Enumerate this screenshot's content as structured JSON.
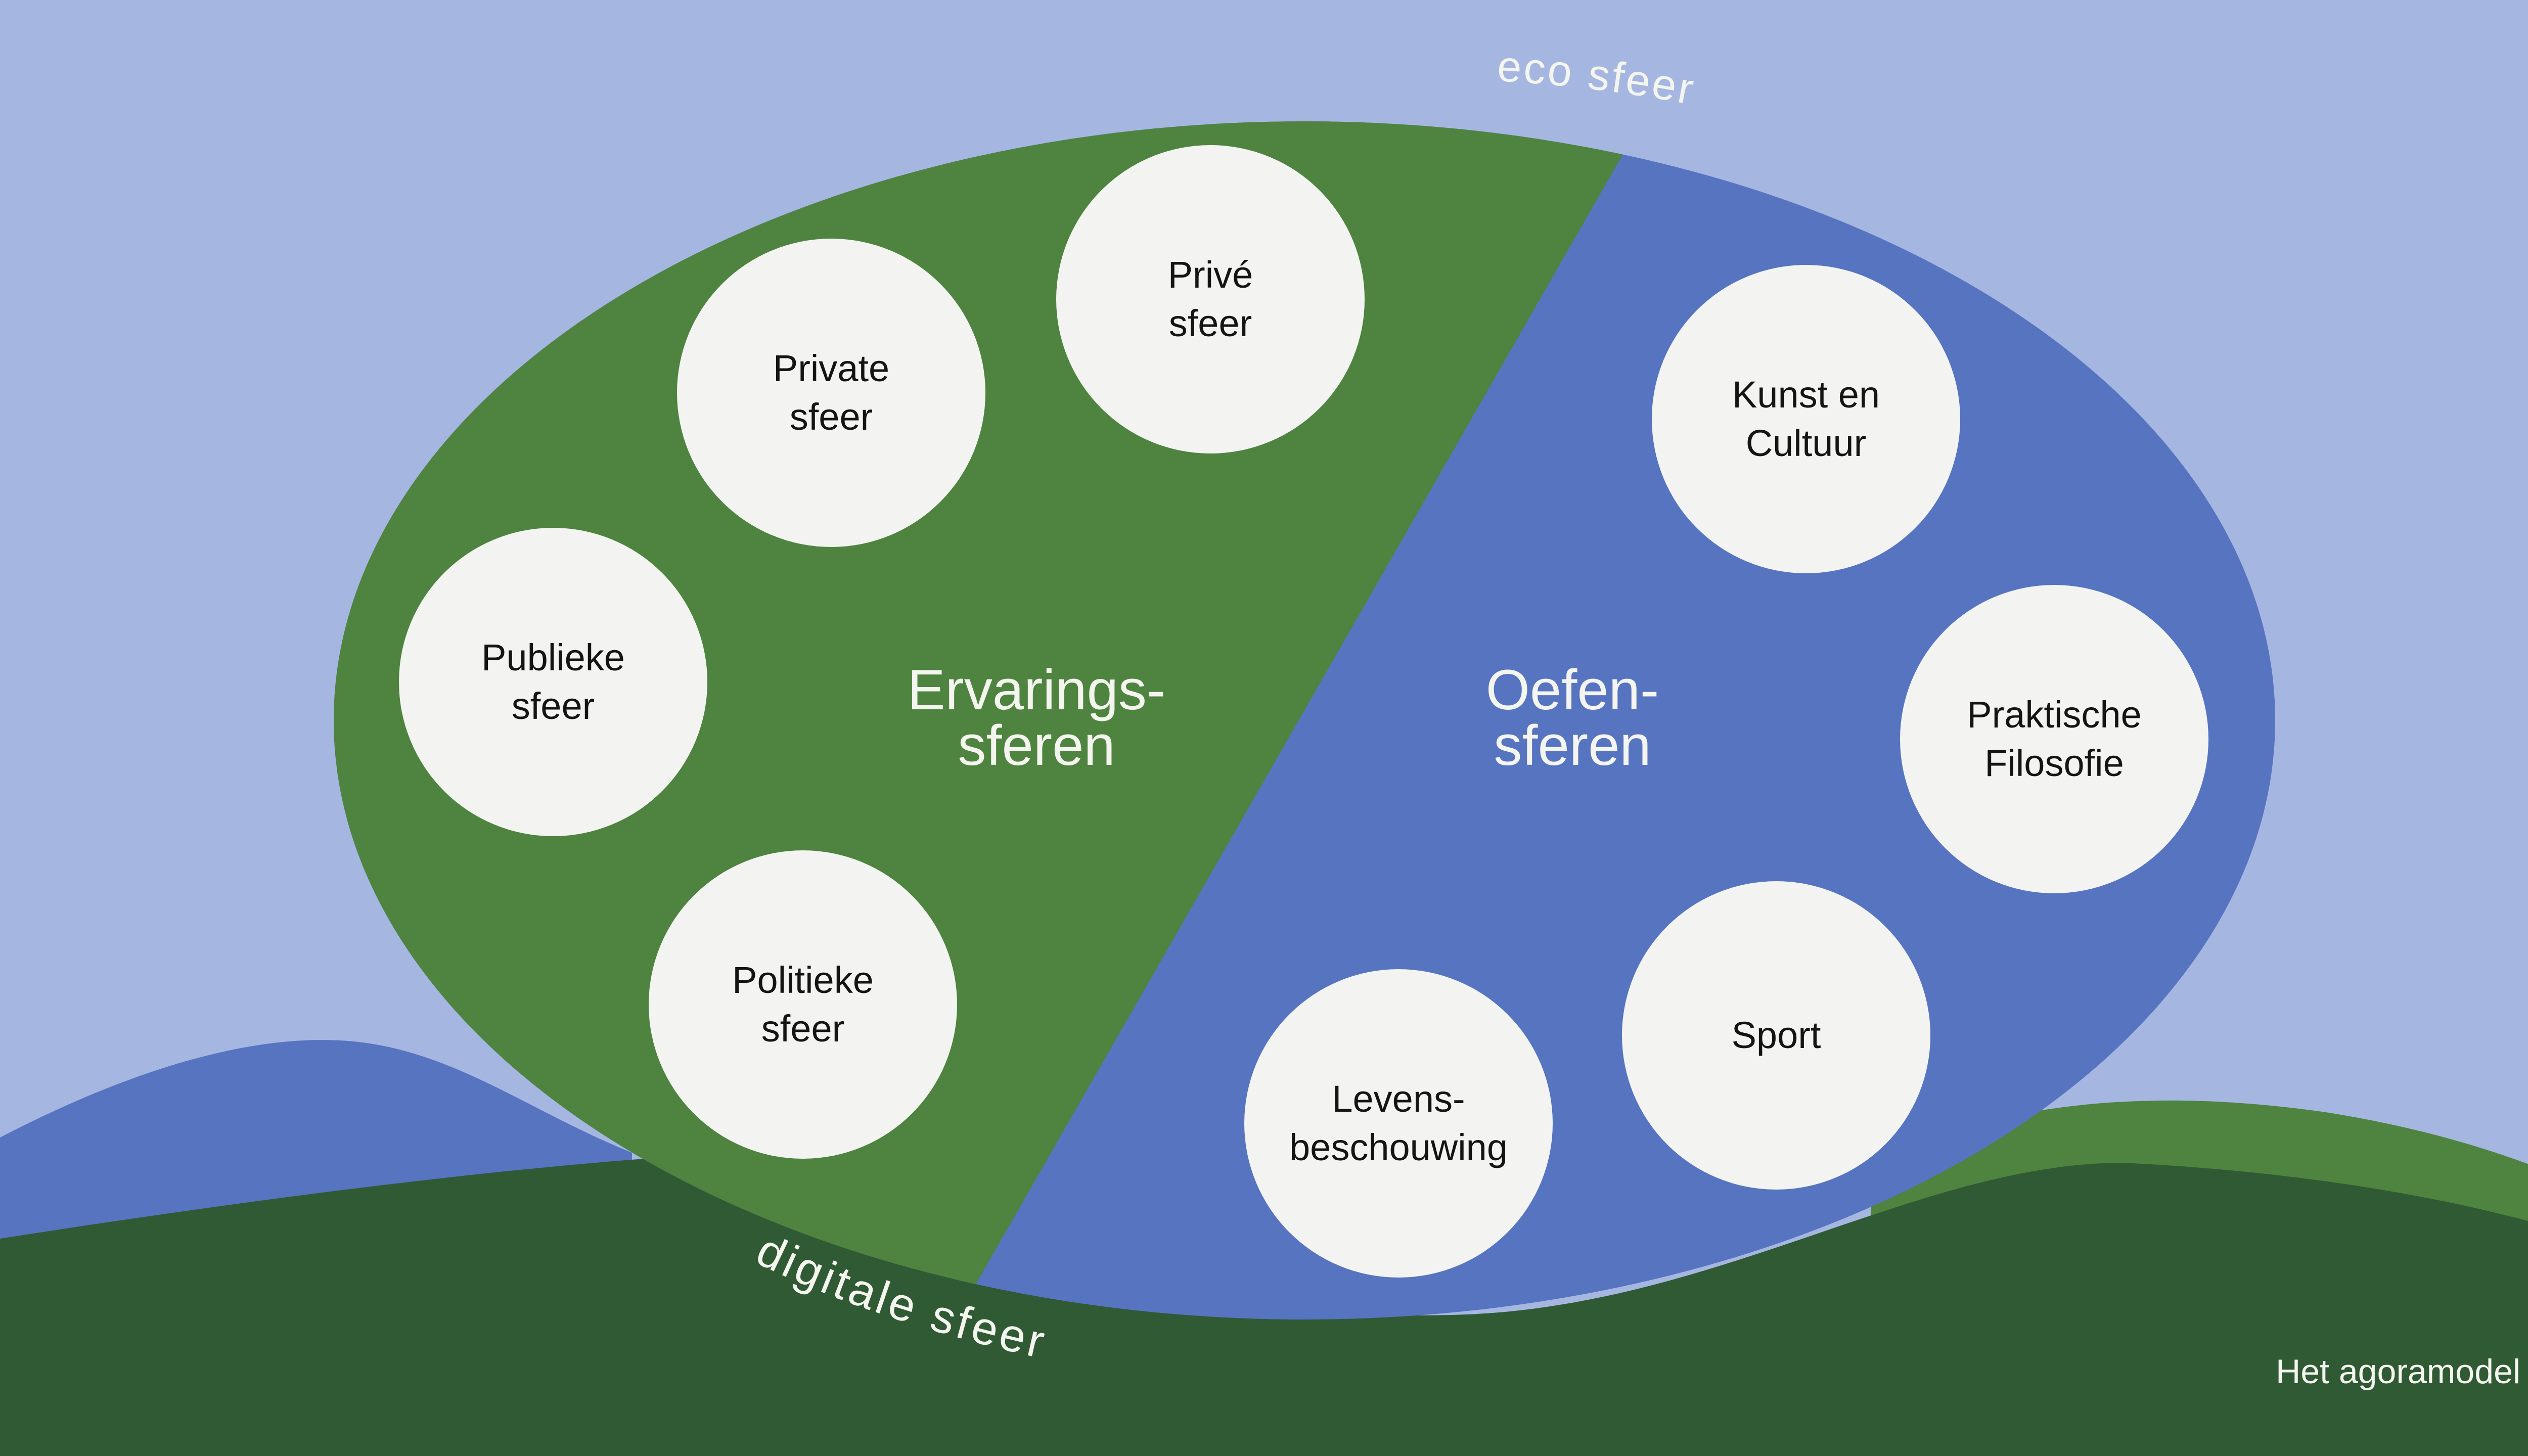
{
  "colors": {
    "sky": "#a5b7e1",
    "green": "#4e843f",
    "blue": "#5674c0",
    "dark_green": "#2f5a33",
    "circle": "#f3f4f2",
    "text_light": "#f5f5f0",
    "text_dark": "#141414"
  },
  "arc_labels": {
    "eco": "eco sfeer",
    "digital": "digitale sfeer"
  },
  "halves": {
    "left": {
      "line1": "Ervarings-",
      "line2": "sferen"
    },
    "right": {
      "line1": "Oefen-",
      "line2": "sferen"
    }
  },
  "ervaringssferen": [
    {
      "line1": "Privé",
      "line2": "sfeer"
    },
    {
      "line1": "Private",
      "line2": "sfeer"
    },
    {
      "line1": "Publieke",
      "line2": "sfeer"
    },
    {
      "line1": "Politieke",
      "line2": "sfeer"
    }
  ],
  "oefensferen": [
    {
      "line1": "Kunst en",
      "line2": "Cultuur"
    },
    {
      "line1": "Praktische",
      "line2": "Filosofie"
    },
    {
      "line1": "Sport",
      "line2": ""
    },
    {
      "line1": "Levens-",
      "line2": "beschouwing"
    }
  ],
  "footer": "Het agoramodel"
}
